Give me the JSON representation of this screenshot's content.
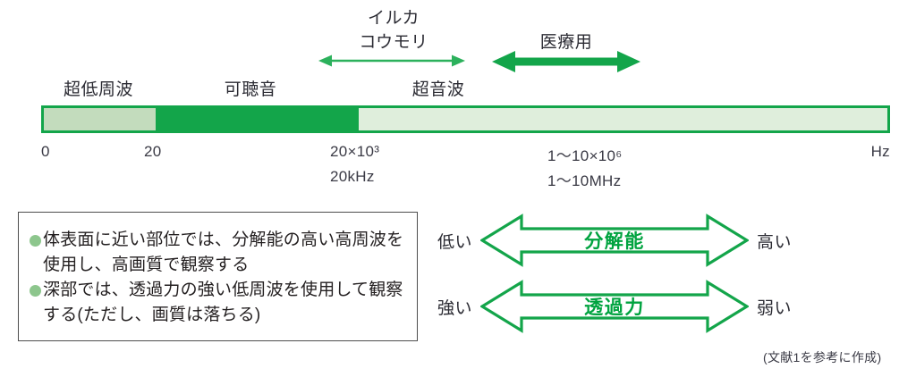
{
  "figure": {
    "title_present": false,
    "colors": {
      "green_strong": "#13a54a",
      "green_bright": "#00a33f",
      "green_pale": "#dfeedc",
      "green_sage": "#c3dcbd",
      "bullet_green": "#8dc68d",
      "text_dark": "#2b2b33"
    }
  },
  "spectrum": {
    "axis_unit_label": "Hz",
    "segments": [
      {
        "name": "infrasound",
        "label": "超低周波",
        "fill": "#c3dcbd",
        "start_pct": 0,
        "end_pct": 13.3
      },
      {
        "name": "audible",
        "label": "可聴音",
        "fill": "#13a54a",
        "start_pct": 13.3,
        "end_pct": 37.3
      },
      {
        "name": "ultrasound",
        "label": "超音波",
        "fill": "#dfeedc",
        "start_pct": 37.3,
        "end_pct": 100
      }
    ],
    "ticks": [
      {
        "value": "0",
        "secondary": ""
      },
      {
        "value": "20",
        "secondary": ""
      },
      {
        "value": "20×10³",
        "secondary": "20kHz"
      },
      {
        "value": "1〜10×10⁶",
        "secondary": "1〜10MHz"
      }
    ],
    "ranges": [
      {
        "name": "animal-hearing",
        "arrow_style": "thin",
        "labels": [
          "イルカ",
          "コウモリ"
        ]
      },
      {
        "name": "medical-use",
        "arrow_style": "thick",
        "labels": [
          "医療用"
        ]
      }
    ]
  },
  "note_box": {
    "items": [
      "体表面に近い部位では、分解能の高い高周波を使用し、高画質で観察する",
      "深部では、透過力の強い低周波を使用して観察する(ただし、画質は落ちる)"
    ]
  },
  "gradients": [
    {
      "name": "resolution",
      "title": "分解能",
      "left_label": "低い",
      "right_label": "高い"
    },
    {
      "name": "penetration",
      "title": "透過力",
      "left_label": "強い",
      "right_label": "弱い"
    }
  ],
  "source_note": "(文献1を参考に作成)"
}
